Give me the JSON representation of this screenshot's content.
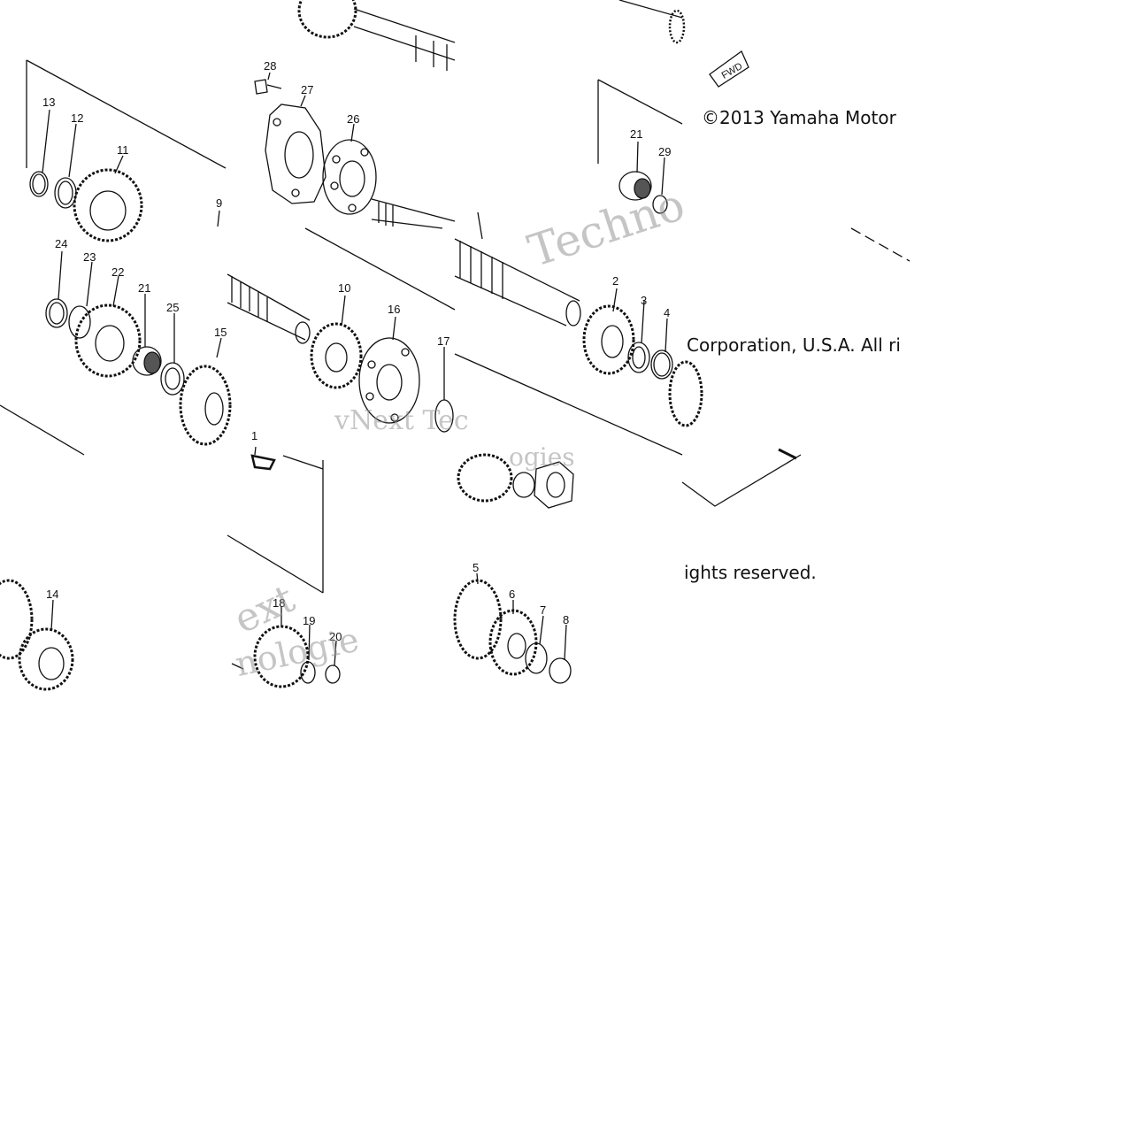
{
  "copyright": {
    "line1": "©2013 Yamaha Motor",
    "line2": "Corporation, U.S.A. All ri",
    "line3": "ights reserved."
  },
  "fwd_label": "FWD",
  "watermark": {
    "w1": "Techno",
    "w2": "vNext Tec",
    "w3": "ogies",
    "w4": "ext",
    "w5": "nologie"
  },
  "callouts": {
    "c1": "1",
    "c2": "2",
    "c3": "3",
    "c4": "4",
    "c5": "5",
    "c6": "6",
    "c7": "7",
    "c8": "8",
    "c9": "9",
    "c10": "10",
    "c11": "11",
    "c12": "12",
    "c13": "13",
    "c14": "14",
    "c15": "15",
    "c16": "16",
    "c17": "17",
    "c18": "18",
    "c19": "19",
    "c20": "20",
    "c21a": "21",
    "c21b": "21",
    "c22": "22",
    "c23": "23",
    "c24": "24",
    "c25": "25",
    "c26": "26",
    "c27": "27",
    "c28": "28",
    "c29": "29"
  },
  "colors": {
    "line": "#111111",
    "watermark": "#9a9a9a"
  }
}
